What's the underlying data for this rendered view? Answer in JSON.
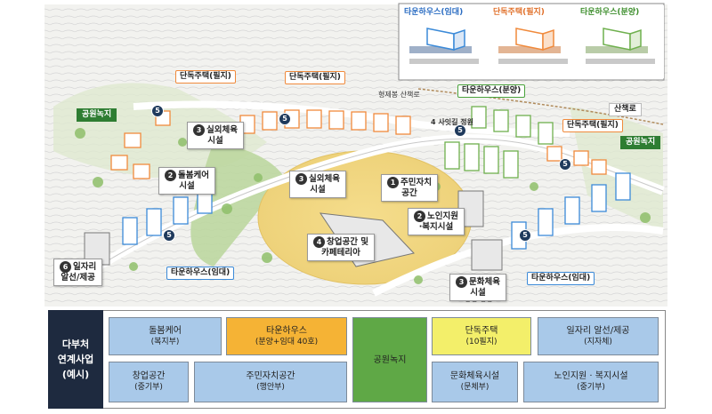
{
  "legend": {
    "townhouse_rent": "타운하우스(임대)",
    "detached_lot": "단독주택(필지)",
    "townhouse_sale": "타운하우스(분양)"
  },
  "map_labels": {
    "detached_1": "단독주택(필지)",
    "detached_2": "단독주택(필지)",
    "detached_3": "단독주택(필지)",
    "park_left": "공원녹지",
    "park_right": "공원녹지",
    "trail": "형제봉 산책로",
    "walkway": "산책로",
    "townhouse_sale": "타운하우스(분양)",
    "townhouse_rent_1": "타운하우스(임대)",
    "townhouse_rent_2": "타운하우스(임대)",
    "garden": "4 사잇길 정원",
    "plaza": "상징 광장"
  },
  "facilities": {
    "f3a": {
      "num": "3",
      "line1": "실외체육",
      "line2": "시설"
    },
    "f2a": {
      "num": "2",
      "line1": "돌봄케어",
      "line2": "시설"
    },
    "f3b": {
      "num": "3",
      "line1": "실외체육",
      "line2": "시설"
    },
    "f1": {
      "num": "1",
      "line1": "주민자치",
      "line2": "공간"
    },
    "f2b": {
      "num": "2",
      "line1": "노인지원",
      "line2": "·복지시설"
    },
    "f4": {
      "num": "4",
      "line1": "창업공간 및",
      "line2": "카페테리아"
    },
    "f6": {
      "num": "6",
      "line1": "일자리",
      "line2": "알선/제공"
    },
    "f3c": {
      "num": "3",
      "line1": "문화체육",
      "line2": "시설"
    }
  },
  "markers": [
    "5",
    "5",
    "5",
    "5",
    "5",
    "5"
  ],
  "panel": {
    "title": [
      "다부처",
      "연계사업",
      "(예시)"
    ],
    "cells": [
      {
        "main": "돌봄케어",
        "sub": "(복지부)"
      },
      {
        "main": "타운하우스",
        "sub": "(분양+임대 40호)"
      },
      {
        "main": "공원녹지",
        "sub": ""
      },
      {
        "main": "단독주택",
        "sub": "(10필지)"
      },
      {
        "main": "일자리 알선/제공",
        "sub": "(지자체)"
      },
      {
        "main": "창업공간",
        "sub": "(중기부)"
      },
      {
        "main": "주민자치공간",
        "sub": "(행안부)"
      },
      {
        "main": "문화체육시설",
        "sub": "(문체부)"
      },
      {
        "main": "노인지원 · 복지시설",
        "sub": "(중기부)"
      }
    ]
  },
  "colors": {
    "cell_blue": "#a9c9e9",
    "cell_orange": "#f5b335",
    "cell_green": "#5fa846",
    "cell_yellow": "#f3ef6a",
    "title_bg": "#1e2a3f"
  }
}
